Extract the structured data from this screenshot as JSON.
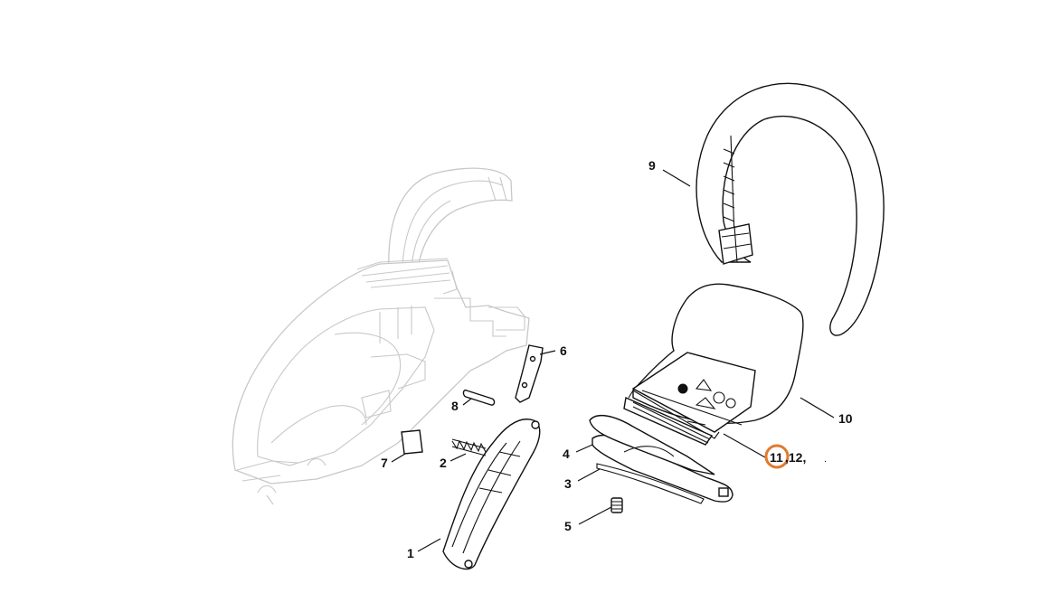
{
  "labels": {
    "p1": "1",
    "p2": "2",
    "p3": "3",
    "p4": "4",
    "p5": "5",
    "p6": "6",
    "p7": "7",
    "p8": "8",
    "p9": "9",
    "p10": "10",
    "p11": "11",
    "p11_rest": ",12,",
    "p11_trail": "."
  },
  "colors": {
    "highlight": "#e07b2e",
    "ink": "#111111",
    "ghost": "#c8c8c8"
  }
}
